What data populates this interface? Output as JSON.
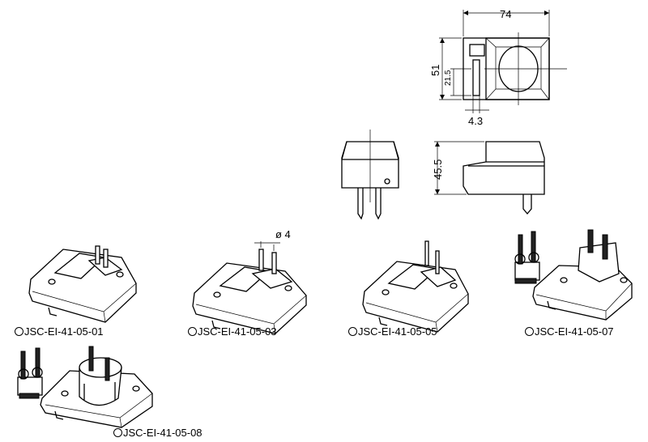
{
  "dimensions": {
    "width_74": "74",
    "height_51": "51",
    "height_21_5": "21.5",
    "pin_4_3": "4.3",
    "depth_45_5": "45.5",
    "pin_dia": "ø 4"
  },
  "models": [
    {
      "label": "JSC-EI-41-05-01"
    },
    {
      "label": "JSC-EI-41-05-03"
    },
    {
      "label": "JSC-EI-41-05-05"
    },
    {
      "label": "JSC-EI-41-05-07"
    },
    {
      "label": "JSC-EI-41-05-08"
    }
  ]
}
